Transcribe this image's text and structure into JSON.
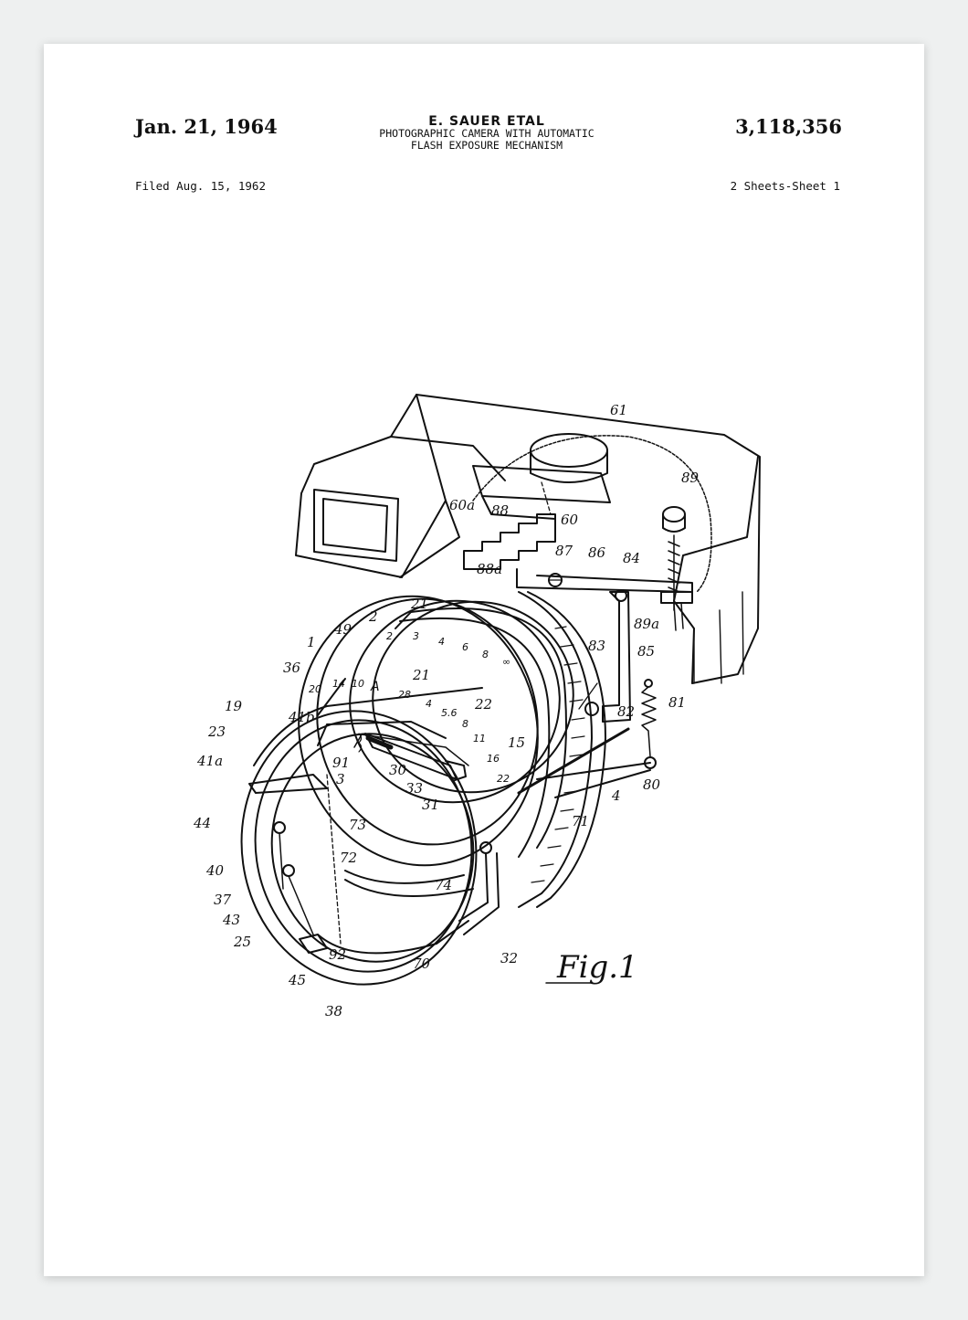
{
  "header": {
    "date": "Jan. 21, 1964",
    "inventor": "E. SAUER ETAL",
    "title_line_1": "PHOTOGRAPHIC CAMERA WITH AUTOMATIC",
    "title_line_2": "FLASH EXPOSURE MECHANISM",
    "patent_number": "3,118,356",
    "filed": "Filed Aug. 15, 1962",
    "sheets": "2 Sheets-Sheet 1"
  },
  "figure": {
    "label": "Fig.1",
    "scale_outer": [
      "2",
      "3",
      "4",
      "6",
      "8",
      "∞"
    ],
    "scale_inner": [
      "28",
      "4",
      "5.6",
      "8",
      "11",
      "16",
      "22"
    ],
    "scale_misc": [
      "14",
      "10",
      "A",
      "20"
    ],
    "refs": {
      "r61": "61",
      "r89": "89",
      "r60a": "60a",
      "r88": "88",
      "r60": "60",
      "r87": "87",
      "r86": "86",
      "r84": "84",
      "r88a": "88a",
      "r21": "21",
      "r2": "2",
      "r1": "1",
      "r49": "49",
      "r89a": "89a",
      "r83": "83",
      "r85": "85",
      "r36": "36",
      "r21b": "21",
      "r81": "81",
      "r22": "22",
      "r82": "82",
      "r19": "19",
      "r41b": "41b",
      "r23": "23",
      "r15": "15",
      "r41a": "41a",
      "r91": "91",
      "r3": "3",
      "r30": "30",
      "r33": "33",
      "r31": "31",
      "r80": "80",
      "r4": "4",
      "r71": "71",
      "r44": "44",
      "r73": "73",
      "r40": "40",
      "r72": "72",
      "r37": "37",
      "r74": "74",
      "r43": "43",
      "r25": "25",
      "r32": "32",
      "r92": "92",
      "r70": "70",
      "r45": "45",
      "r38": "38"
    }
  }
}
